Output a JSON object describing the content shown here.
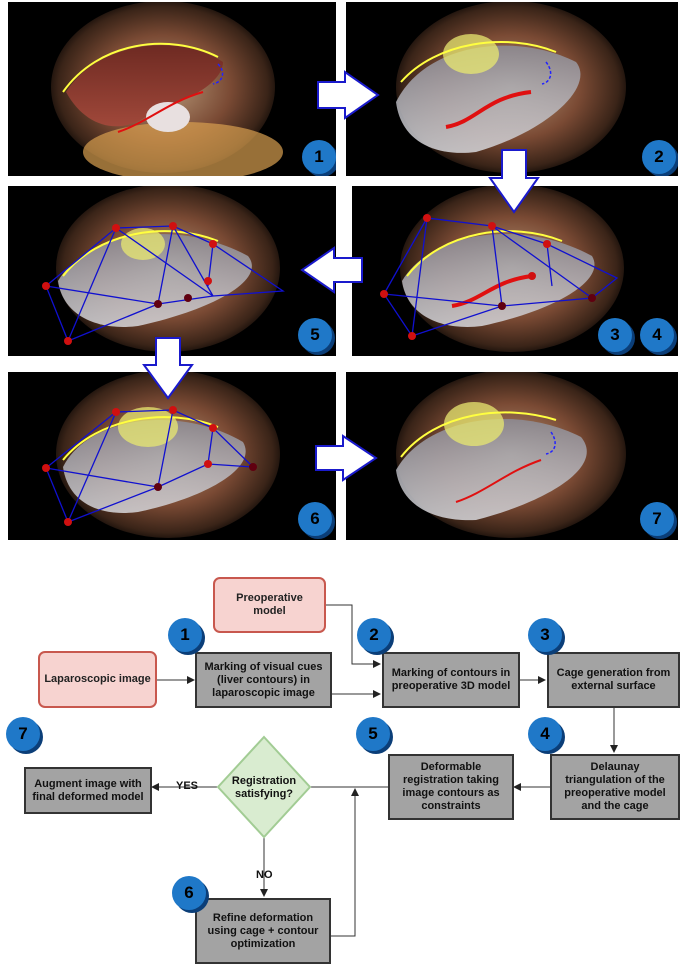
{
  "panels": [
    {
      "badge": "1"
    },
    {
      "badge": "2"
    },
    {
      "badge": "5"
    },
    {
      "badge": "3",
      "badge2": "4"
    },
    {
      "badge": "6"
    },
    {
      "badge": "7"
    }
  ],
  "flow": {
    "preop_model": "Preoperative model",
    "lap_image": "Laparoscopic image",
    "marking_cues": "Marking of visual cues (liver contours) in laparoscopic image",
    "marking_contours": "Marking of contours in preoperative 3D model",
    "cage_gen": "Cage generation from external surface",
    "delaunay": "Delaunay triangulation of the preoperative model and the cage",
    "deform_reg": "Deformable registration taking image contours as constraints",
    "decision": "Registration satisfying?",
    "augment": "Augment image with final deformed model",
    "refine": "Refine deformation using cage + contour optimization",
    "yes_label": "YES",
    "no_label": "NO",
    "badges": [
      "1",
      "2",
      "3",
      "4",
      "5",
      "6",
      "7"
    ]
  },
  "colors": {
    "badge": "#1f78c8",
    "process_box": "#a3a3a3",
    "input_box": "#f7d3d0",
    "decision": "#d9ecd0",
    "contour_yellow": "#ffff40",
    "contour_red": "#e01010",
    "cage_blue": "#1010d0"
  }
}
